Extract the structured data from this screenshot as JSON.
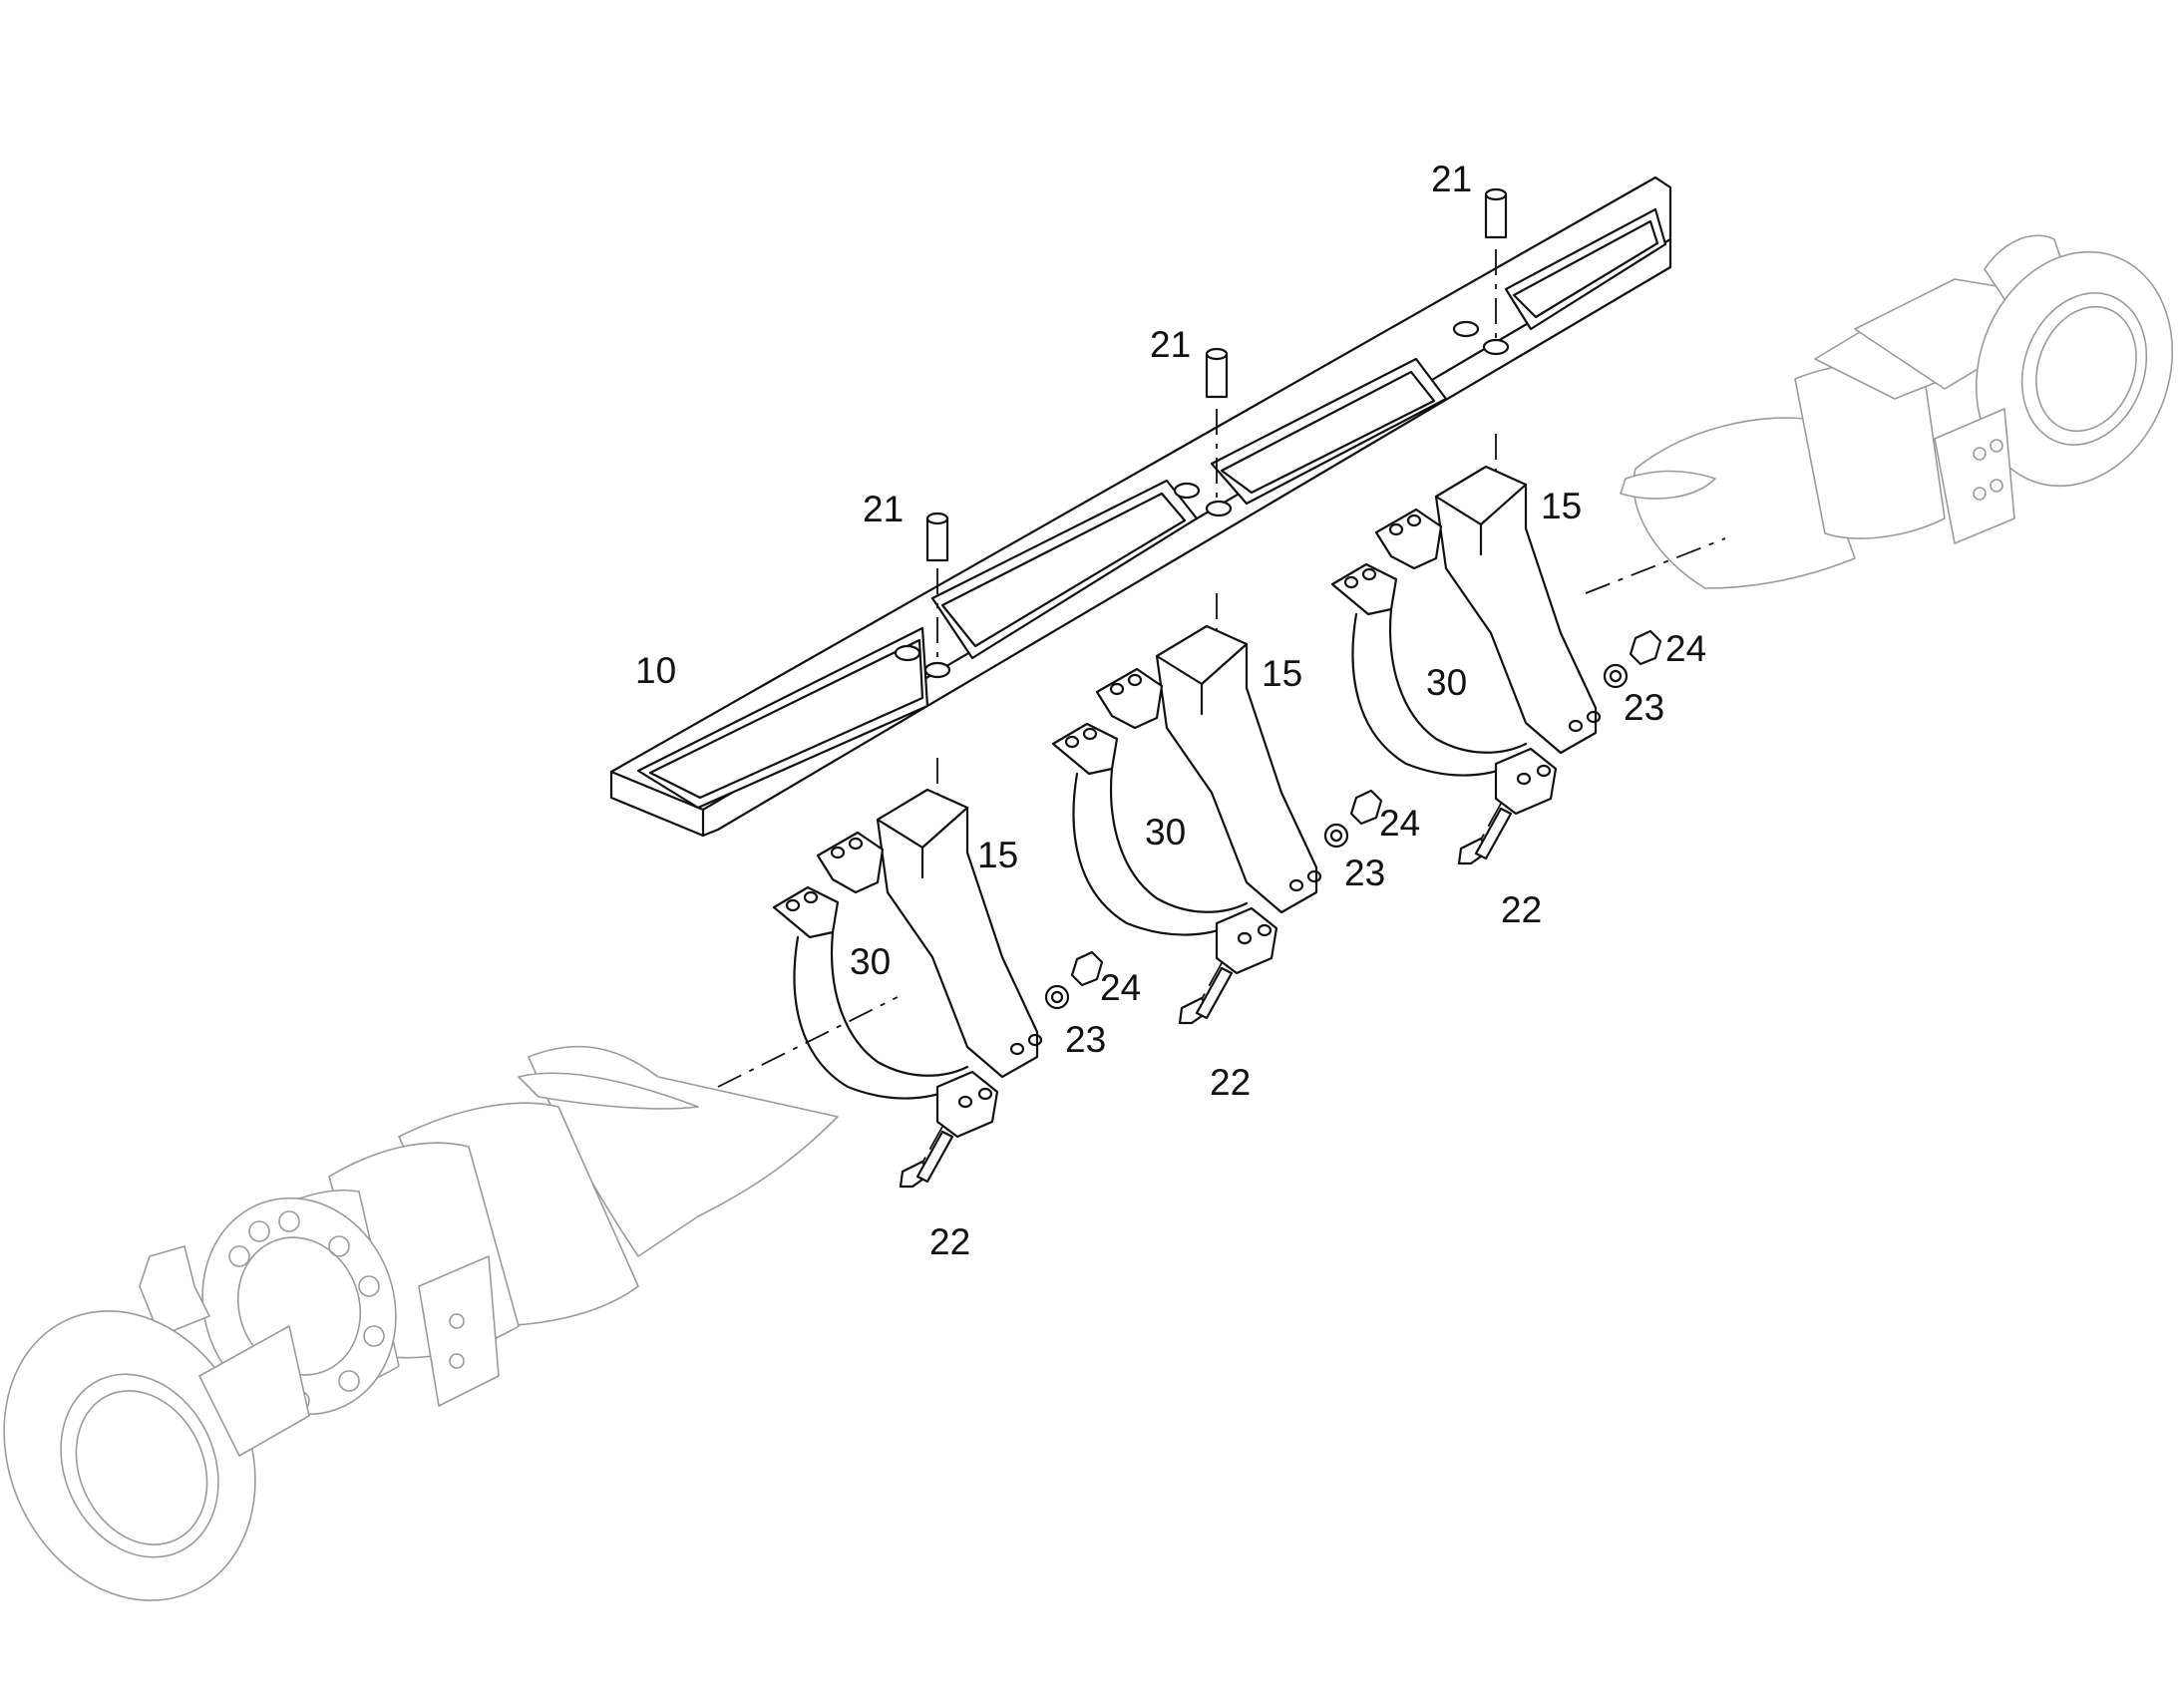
{
  "diagram": {
    "callouts": {
      "frame": "10",
      "bracket_left": "15",
      "bracket_mid": "15",
      "bracket_right": "15",
      "screw_left": "21",
      "screw_mid": "21",
      "screw_right": "21",
      "bolt_left": "22",
      "bolt_mid": "22",
      "bolt_right": "22",
      "washer_left": "23",
      "washer_mid": "23",
      "washer_right": "23",
      "nut_left": "24",
      "nut_mid": "24",
      "nut_right": "24",
      "clamp_left": "30",
      "clamp_mid": "30",
      "clamp_right": "30"
    },
    "colors": {
      "ink": "#111111",
      "ghost": "#9a9a9a",
      "background": "#ffffff"
    }
  }
}
